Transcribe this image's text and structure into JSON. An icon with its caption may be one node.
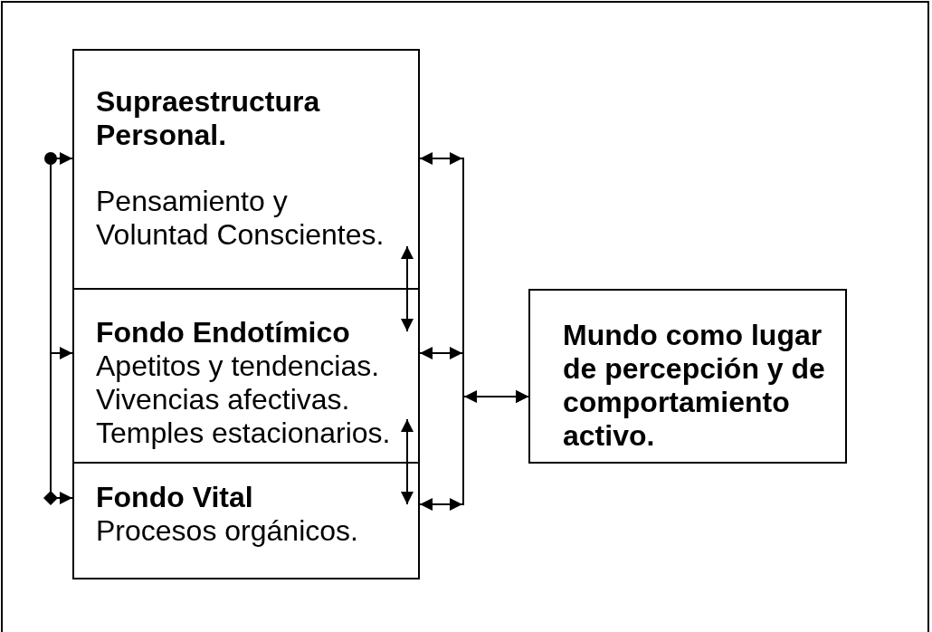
{
  "diagram": {
    "nodes": [
      {
        "text": [
          "Supraestructura Personal.",
          "Pensamiento y Voluntad Conscientes."
        ]
      },
      {
        "text": [
          "Fondo Endotímico",
          "Apetitos y tendencias. Vivencias afectivas. Temples estacionarios."
        ]
      },
      {
        "text": [
          "Fondo Vital",
          "Procesos orgánicos."
        ]
      },
      {
        "text": [
          "Mundo como lugar de percepción y de comportamiento activo."
        ]
      }
    ],
    "edges": [
      {
        "from": 0,
        "to": 2,
        "arrow": "both"
      },
      {
        "from": 2,
        "to": 1,
        "arrow": "to"
      },
      {
        "from": 0,
        "to": 1,
        "arrow": "both"
      },
      {
        "from": 1,
        "to": 2,
        "arrow": "both"
      },
      {
        "from": 0,
        "to": 3,
        "arrow": "both"
      },
      {
        "from": 1,
        "to": 3,
        "arrow": "both"
      },
      {
        "from": 2,
        "to": 3,
        "arrow": "both"
      }
    ]
  }
}
